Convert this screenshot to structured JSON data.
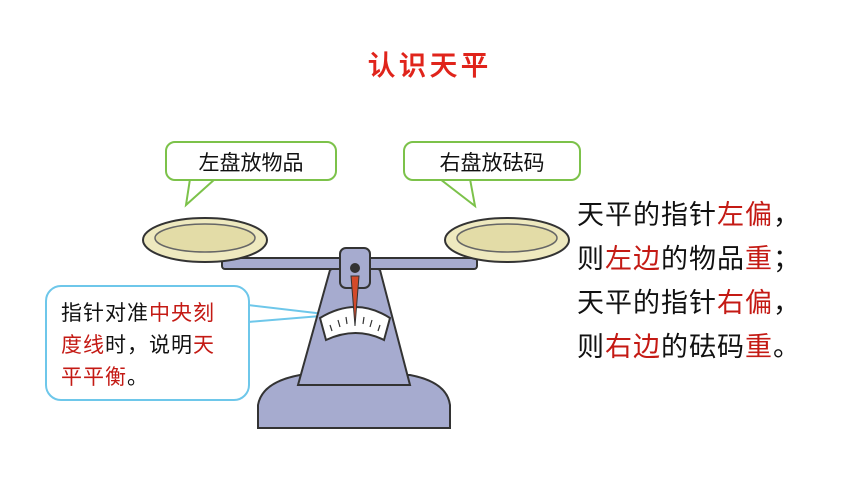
{
  "title": "认识天平",
  "bubbles": {
    "left": "左盘放物品",
    "right": "右盘放砝码"
  },
  "callout": {
    "part1": "指针对准",
    "highlight1": "中央刻度线",
    "part2": "时，说明",
    "highlight2": "天平平衡",
    "part3": "。"
  },
  "facts": {
    "line1": {
      "a": "天平的指针",
      "b": "左偏",
      "c": "，"
    },
    "line2": {
      "a": "则",
      "b": "左边",
      "c": "的物品",
      "d": "重",
      "e": "；"
    },
    "line3": {
      "a": "天平的指针",
      "b": "右偏",
      "c": "，"
    },
    "line4": {
      "a": "则",
      "b": "右边",
      "c": "的砝码",
      "d": "重",
      "e": "。"
    }
  },
  "colors": {
    "title": "#e0241b",
    "highlight": "#c41a14",
    "bubble_border": "#7cc24a",
    "callout_border": "#6ec7ea",
    "scale_body": "#a6abcf"
  }
}
